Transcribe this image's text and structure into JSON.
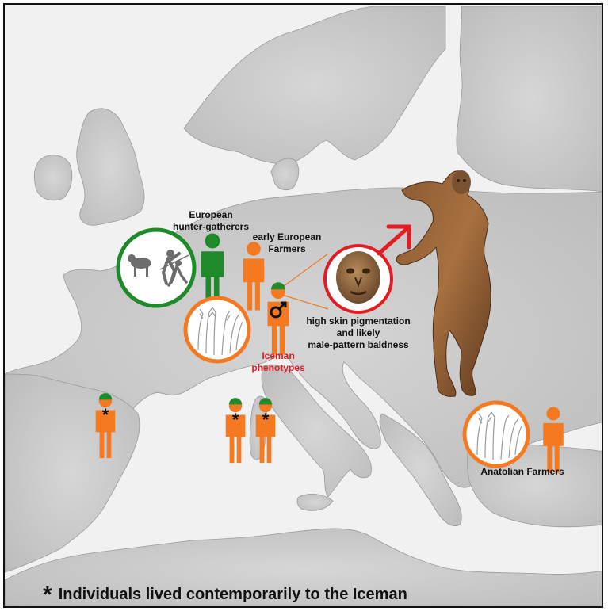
{
  "colors": {
    "farmer_orange": "#f47920",
    "hunter_green": "#1f8a2a",
    "highlight_red": "#e31b23",
    "land": "#c9c9c9",
    "sea": "#f2f2f2"
  },
  "labels": {
    "hunter_gatherers": [
      "European",
      "hunter-gatherers"
    ],
    "early_farmers": [
      "early European",
      "Farmers"
    ],
    "phenotype_note": [
      "high skin pigmentation",
      "and likely",
      "male-pattern baldness"
    ],
    "iceman_phenotypes": [
      "Iceman",
      "phenotypes"
    ],
    "anatolian_farmers": "Anatolian Farmers",
    "asterisk": "*"
  },
  "footer": {
    "star": "*",
    "text": "Individuals lived contemporarily to the Iceman"
  },
  "icons": {
    "male_symbol": "male-symbol-icon",
    "wheat": "wheat-field-icon",
    "hunters": "hunting-scene-icon",
    "person": "person-icon"
  }
}
